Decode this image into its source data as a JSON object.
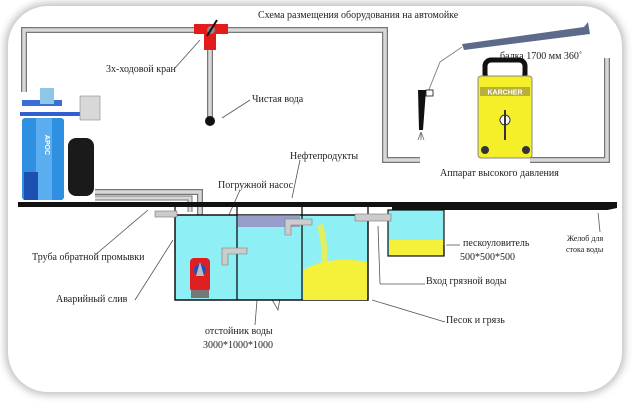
{
  "title": "Схема размещения оборудования на автомойке",
  "labels": {
    "valve": "3х-ходовой кран",
    "clean_water": "Чистая вода",
    "beam": "балка 1700 мм 360˚",
    "high_pressure": "Аппарат высокого давления",
    "oil_products": "Нефтепродукты",
    "pump": "Погружной насос",
    "backwash_pipe": "Труба обратной промывки",
    "emergency_drain": "Аварийный слив",
    "settler": "отстойник воды",
    "settler_size": "3000*1000*1000",
    "sand_trap": "пескоуловитель",
    "sand_trap_size": "500*500*500",
    "dirty_inlet": "Вход грязной воды",
    "sand_dirt": "Песок и грязь",
    "gutter_1": "Желоб для",
    "gutter_2": "стока воды"
  },
  "equipment": {
    "aros_label": "АРОС",
    "karcher_label": "KARCHER"
  },
  "colors": {
    "pipe": "#c8c8c8",
    "valve": "#e31b1b",
    "water": "#8ef0f5",
    "sand": "#f5f03a",
    "karcher": "#f5ef2a",
    "beam": "#5d6a8a",
    "tank_blue": "#2f8fe0"
  }
}
